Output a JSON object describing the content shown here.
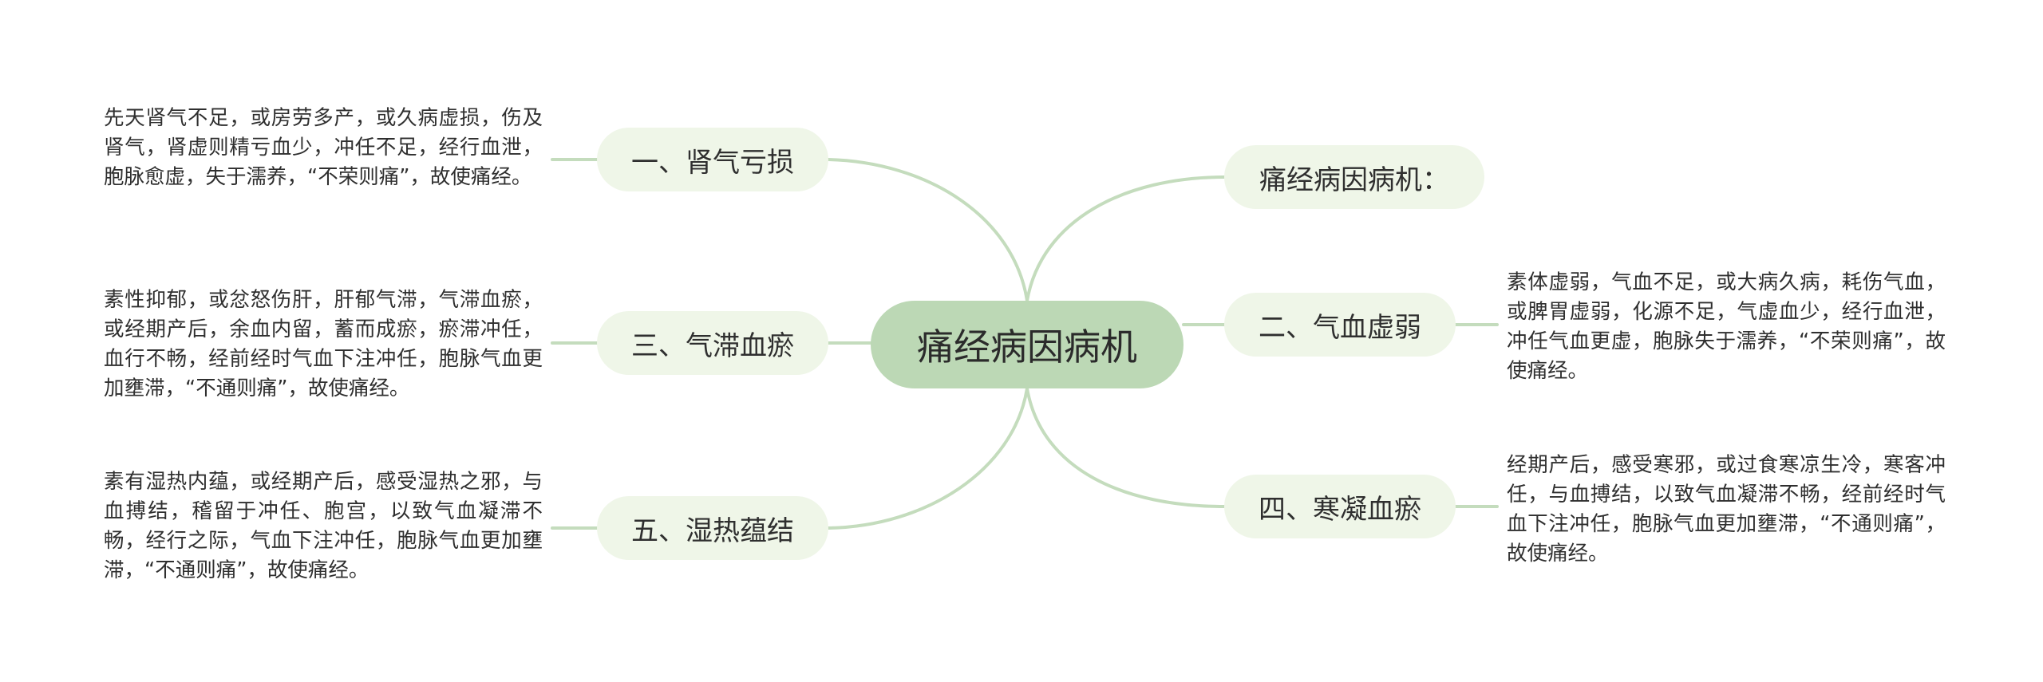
{
  "root": {
    "label": "痛经病因病机"
  },
  "topics": [
    {
      "id": "t0",
      "label": "痛经病因病机："
    },
    {
      "id": "t1",
      "label": "一、肾气亏损"
    },
    {
      "id": "t2",
      "label": "二、气血虚弱"
    },
    {
      "id": "t3",
      "label": "三、气滞血瘀"
    },
    {
      "id": "t4",
      "label": "四、寒凝血瘀"
    },
    {
      "id": "t5",
      "label": "五、湿热蕴结"
    }
  ],
  "notes": [
    {
      "topic": "t1",
      "text": "先天肾气不足，或房劳多产，或久病虚损，伤及肾气，肾虚则精亏血少，冲任不足，经行血泄，胞脉愈虚，失于濡养，“不荣则痛”，故使痛经。"
    },
    {
      "topic": "t2",
      "text": "素体虚弱，气血不足，或大病久病，耗伤气血，或脾胃虚弱，化源不足，气虚血少，经行血泄，冲任气血更虚，胞脉失于濡养，“不荣则痛”，故使痛经。"
    },
    {
      "topic": "t3",
      "text": "素性抑郁，或忿怒伤肝，肝郁气滞，气滞血瘀，或经期产后，余血内留，蓄而成瘀，瘀滞冲任，血行不畅，经前经时气血下注冲任，胞脉气血更加壅滞，“不通则痛”，故使痛经。"
    },
    {
      "topic": "t4",
      "text": "经期产后，感受寒邪，或过食寒凉生冷，寒客冲任，与血搏结，以致气血凝滞不畅，经前经时气血下注冲任，胞脉气血更加壅滞，“不通则痛”，故使痛经。"
    },
    {
      "topic": "t5",
      "text": "素有湿热内蕴，或经期产后，感受湿热之邪，与血搏结，稽留于冲任、胞宫，以致气血凝滞不畅，经行之际，气血下注冲任，胞脉气血更加壅滞，“不通则痛”，故使痛经。"
    }
  ],
  "colors": {
    "root_fill": "#bcd8b5",
    "topic_fill": "#eff6e8",
    "link": "#c4dcbd",
    "text": "#2f2f2f"
  }
}
